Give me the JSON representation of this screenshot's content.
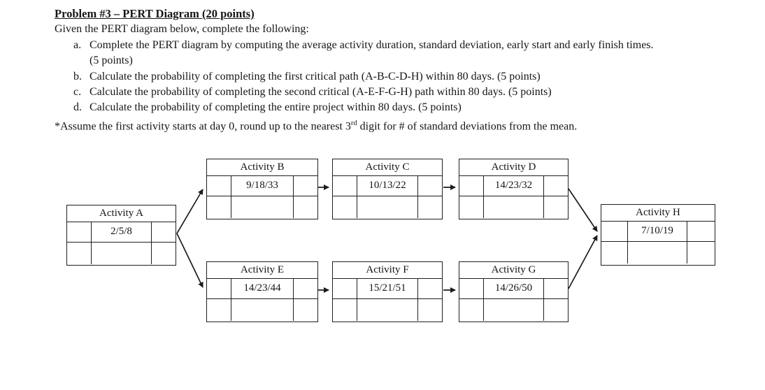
{
  "problem": {
    "title": "Problem #3 – PERT Diagram (20 points)",
    "intro": "Given the PERT diagram below, complete the following:",
    "items": [
      {
        "marker": "a.",
        "lines": [
          "Complete the PERT diagram by computing the average activity duration, standard deviation, early start and early finish times.",
          "(5 points)"
        ]
      },
      {
        "marker": "b.",
        "lines": [
          "Calculate the probability of completing the first critical path (A-B-C-D-H) within 80 days. (5 points)"
        ]
      },
      {
        "marker": "c.",
        "lines": [
          "Calculate the probability of completing the second critical (A-E-F-G-H) path within 80 days. (5 points)"
        ]
      },
      {
        "marker": "d.",
        "lines": [
          "Calculate the probability of completing the entire project within 80 days. (5 points)"
        ]
      }
    ],
    "note": {
      "prefix": "*Assume the first activity starts at day 0, round up to the nearest 3",
      "sup": "rd",
      "suffix": " digit for # of standard deviations from the mean."
    }
  },
  "diagram": {
    "boxes": [
      {
        "id": "A",
        "title": "Activity A",
        "duration": "2/5/8"
      },
      {
        "id": "B",
        "title": "Activity B",
        "duration": "9/18/33"
      },
      {
        "id": "C",
        "title": "Activity C",
        "duration": "10/13/22"
      },
      {
        "id": "D",
        "title": "Activity D",
        "duration": "14/23/32"
      },
      {
        "id": "E",
        "title": "Activity E",
        "duration": "14/23/44"
      },
      {
        "id": "F",
        "title": "Activity F",
        "duration": "15/21/51"
      },
      {
        "id": "G",
        "title": "Activity G",
        "duration": "14/26/50"
      },
      {
        "id": "H",
        "title": "Activity H",
        "duration": "7/10/19"
      }
    ],
    "edges": [
      "A→B",
      "A→E",
      "B→C",
      "C→D",
      "E→F",
      "F→G",
      "D→H",
      "G→H"
    ],
    "line_color": "#1c1c1c"
  }
}
